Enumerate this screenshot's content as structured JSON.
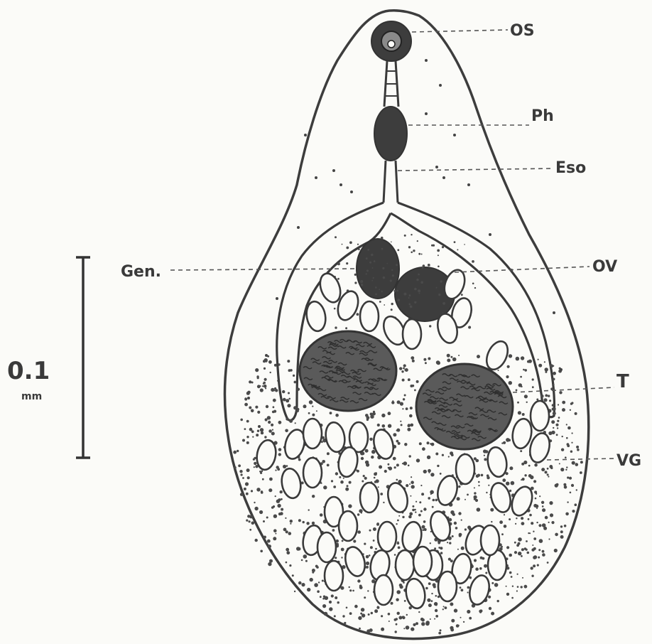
{
  "labels": {
    "os": "OS",
    "ph": "Ph",
    "eso": "Eso",
    "gen": "Gen.",
    "ov": "OV",
    "t": "T",
    "vg": "VG"
  },
  "scale_bar": {
    "value": "0.1",
    "unit": "mm"
  }
}
